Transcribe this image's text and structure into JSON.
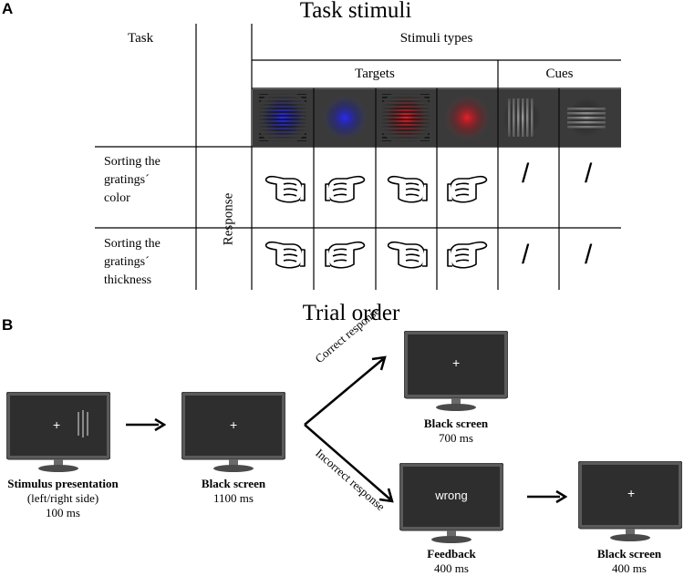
{
  "panel_a": {
    "letter": "A",
    "title": "Task stimuli",
    "task_header": "Task",
    "stimuli_types_header": "Stimuli types",
    "targets_header": "Targets",
    "cues_header": "Cues",
    "response_label": "Response",
    "rows": [
      {
        "label_lines": [
          "Sorting the",
          "gratings´",
          "color"
        ],
        "responses": [
          "thumb-left",
          "thumb-right",
          "thumb-left",
          "thumb-right",
          "/",
          "/"
        ]
      },
      {
        "label_lines": [
          "Sorting the",
          "gratings´",
          "thickness"
        ],
        "responses": [
          "thumb-left",
          "thumb-right",
          "thumb-left",
          "thumb-right",
          "/",
          "/"
        ]
      }
    ],
    "stimuli_colors": {
      "blue": "#2a2cf0",
      "red": "#e8202a",
      "gray": "#c8c8c8",
      "background": "#3a3a3a"
    }
  },
  "panel_b": {
    "letter": "B",
    "title": "Trial order",
    "steps": [
      {
        "screen": "+",
        "cue": true,
        "label_bold": "Stimulus presentation",
        "label_sub": "(left/right side)",
        "duration": "100 ms"
      },
      {
        "screen": "+",
        "label_bold": "Black screen",
        "duration": "1100 ms"
      },
      {
        "screen": "+",
        "label_bold": "Black screen",
        "duration": "700 ms"
      },
      {
        "screen": "wrong",
        "label_bold": "Feedback",
        "duration": "400 ms"
      },
      {
        "screen": "+",
        "label_bold": "Black screen",
        "duration": "400 ms"
      }
    ],
    "branch_correct": "Correct response",
    "branch_incorrect": "Incorrect response"
  }
}
